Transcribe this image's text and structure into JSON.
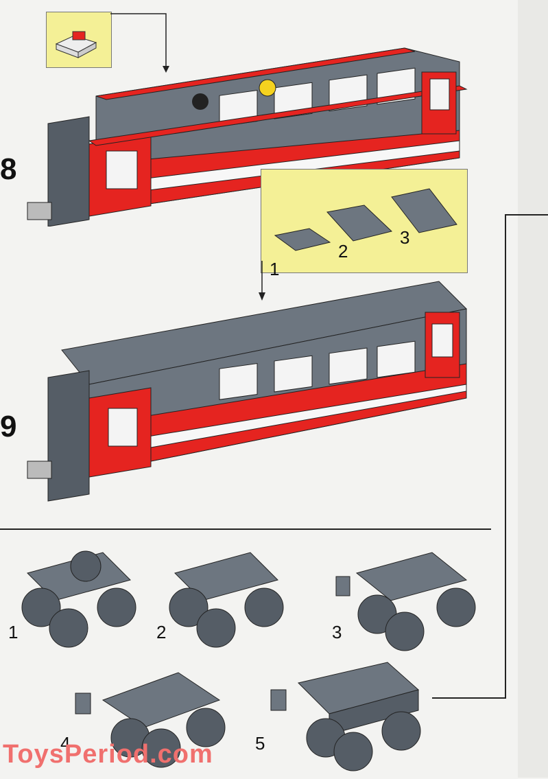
{
  "steps": [
    {
      "number": "8"
    },
    {
      "number": "9"
    }
  ],
  "roof_callout": {
    "labels": [
      "1",
      "2",
      "3"
    ]
  },
  "bogie_steps": {
    "labels": [
      "1",
      "2",
      "3",
      "4",
      "5"
    ]
  },
  "watermark": "ToysPeriod.com",
  "colors": {
    "red": "#e52420",
    "gray": "#6d7680",
    "dark_gray": "#555d66",
    "white": "#f7f7f7",
    "callout": "#f4f096"
  }
}
